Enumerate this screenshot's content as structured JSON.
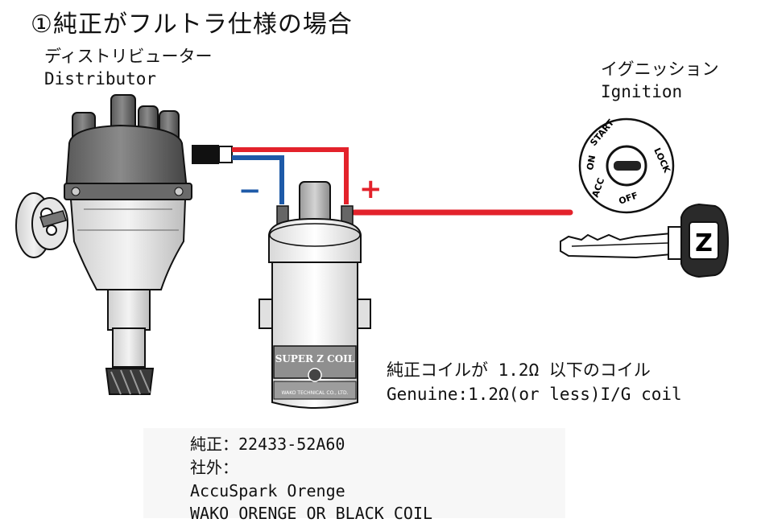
{
  "title": "①純正がフルトラ仕様の場合",
  "distributor": {
    "label_jp": "ディストリビューター",
    "label_en": "Distributor"
  },
  "ignition": {
    "label_jp": "イグニッション",
    "label_en": "Ignition"
  },
  "ignition_switch": {
    "positions": [
      "ACC",
      "ON",
      "START",
      "LOCK",
      "OFF"
    ]
  },
  "key": {
    "emblem": "Z"
  },
  "coil": {
    "brand_text": "SUPER Z COIL",
    "maker_text": "WAKO TECHNICAL CO., LTD.",
    "note_jp": "純正コイルが 1.2Ω 以下のコイル",
    "note_en": "Genuine:1.2Ω(or less)I/G coil"
  },
  "wires": {
    "minus_sign": "−",
    "plus_sign": "+",
    "minus_color": "#1e5aa8",
    "plus_color": "#e3222b"
  },
  "specs": {
    "genuine": "純正：22433-52A60",
    "aftermarket_label": "社外：",
    "aftermarket_1": "AccuSpark Orenge",
    "aftermarket_2": "WAKO ORENGE OR BLACK COIL"
  }
}
